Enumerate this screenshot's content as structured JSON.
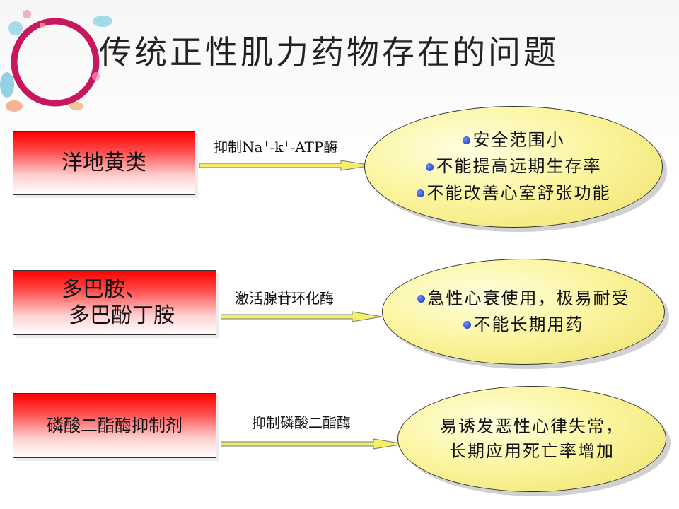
{
  "title": "传统正性肌力药物存在的问题",
  "rows": [
    {
      "drug": [
        "洋地黄类"
      ],
      "mechanism_prefix": "抑制Na",
      "mechanism_sup1": "+",
      "mechanism_mid": "-k",
      "mechanism_sup2": "+",
      "mechanism_suffix": "-ATP酶",
      "problems": [
        "安全范围小",
        "不能提高远期生存率",
        "不能改善心室舒张功能"
      ]
    },
    {
      "drug": [
        "多巴胺、",
        "多巴酚丁胺"
      ],
      "mechanism": "激活腺苷环化酶",
      "problems": [
        "急性心衰使用，极易耐受",
        "不能长期用药"
      ]
    },
    {
      "drug": [
        "磷酸二酯酶抑制剂"
      ],
      "mechanism": "抑制磷酸二酯酶",
      "problems": [
        "易诱发恶性心律失常，",
        "长期应用死亡率增加"
      ]
    }
  ],
  "colors": {
    "box_red": "#ff0000",
    "ellipse_yellow": "#fbf5a0",
    "bullet_blue": "#1a2fbf",
    "arrow_fill": "#f5ee6a"
  }
}
